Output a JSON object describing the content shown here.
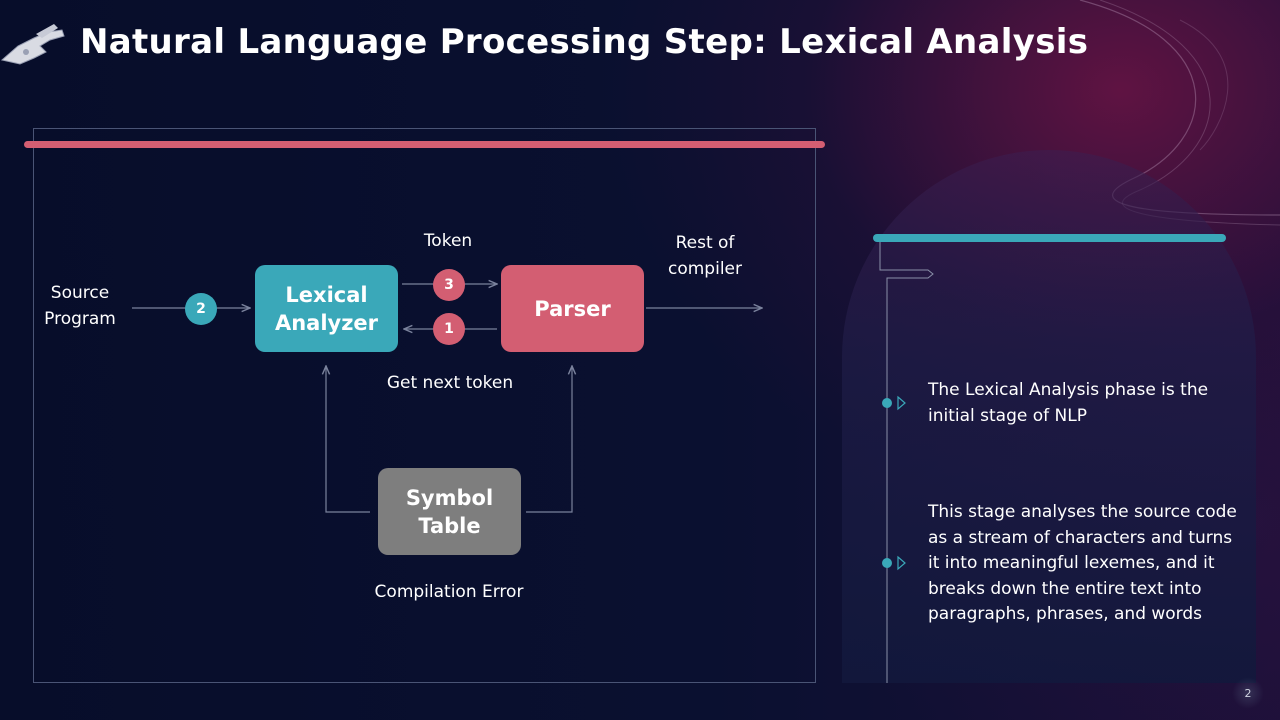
{
  "slide": {
    "title": "Natural Language Processing Step: Lexical Analysis",
    "page_number": "2"
  },
  "diagram": {
    "source_label_line1": "Source",
    "source_label_line2": "Program",
    "token_label": "Token",
    "rest_label_line1": "Rest of",
    "rest_label_line2": "compiler",
    "get_next_token_label": "Get next token",
    "compilation_error_label": "Compilation Error",
    "lexical_analyzer_line1": "Lexical",
    "lexical_analyzer_line2": "Analyzer",
    "parser": "Parser",
    "symbol_table_line1": "Symbol",
    "symbol_table_line2": "Table",
    "badge_source": "2",
    "badge_token": "3",
    "badge_next": "1"
  },
  "panel": {
    "bullets": [
      {
        "lines": [
          "The Lexical Analysis phase is the",
          "initial stage of NLP"
        ]
      },
      {
        "lines": [
          "This stage analyses the source code",
          "as a stream of characters and turns",
          "it into meaningful lexemes, and it",
          "breaks down the entire text into",
          "paragraphs, phrases, and words"
        ]
      }
    ]
  },
  "colors": {
    "teal": "#3aa8b9",
    "rose": "#d35e72",
    "grey": "#7e7e7e",
    "background": "#0a1030"
  }
}
